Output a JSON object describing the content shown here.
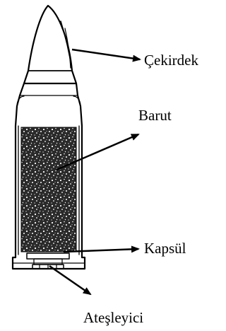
{
  "labels": {
    "bullet": "Çekirdek",
    "powder": "Barut",
    "primer": "Kapsül",
    "firing_pin": "Ateşleyici"
  },
  "colors": {
    "ink": "#000000",
    "background": "#ffffff"
  }
}
